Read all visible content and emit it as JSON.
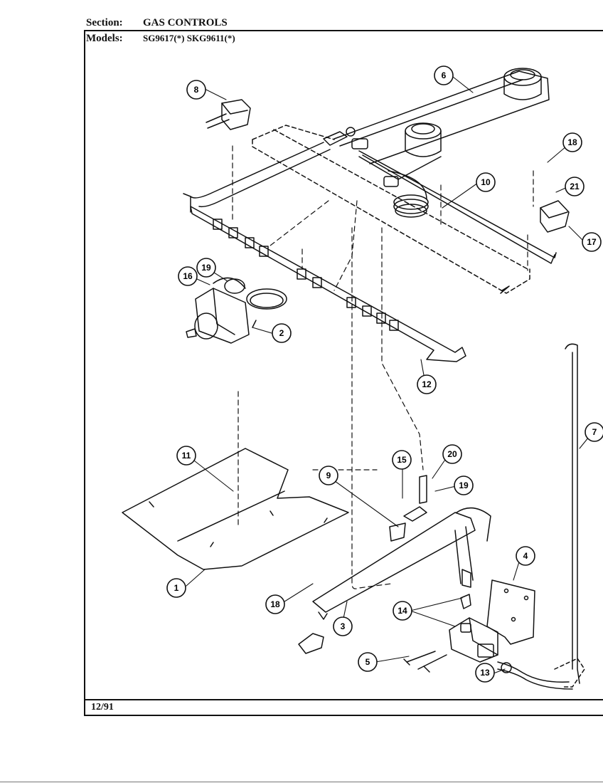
{
  "header": {
    "section_label": "Section:",
    "section_value": "GAS CONTROLS",
    "models_label": "Models:",
    "models_value": "SG9617(*)  SKG9611(*)"
  },
  "footer": {
    "date": "12/91"
  },
  "callouts": {
    "c1": "1",
    "c2": "2",
    "c3": "3",
    "c4": "4",
    "c5": "5",
    "c6": "6",
    "c7": "7",
    "c8": "8",
    "c9": "9",
    "c10": "10",
    "c11": "11",
    "c12": "12",
    "c13": "13",
    "c14": "14",
    "c15": "15",
    "c16": "16",
    "c17": "17",
    "c18a": "18",
    "c18b": "18",
    "c19a": "19",
    "c19b": "19",
    "c20": "20",
    "c21": "21"
  }
}
